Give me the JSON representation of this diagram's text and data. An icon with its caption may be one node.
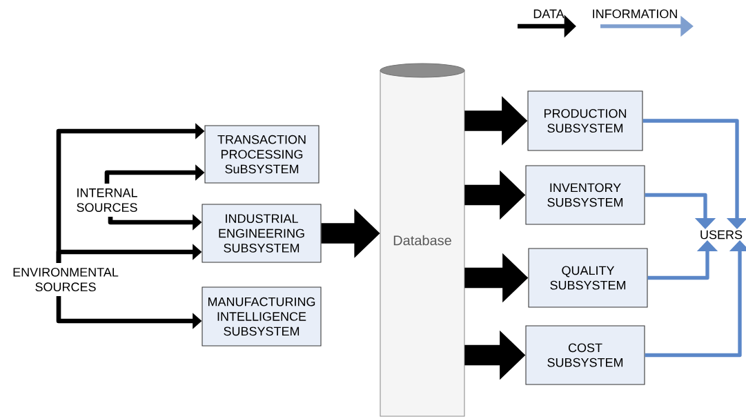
{
  "diagram": {
    "nodes": [
      {
        "text": [
          "INTERNAL SOURCES"
        ]
      },
      {
        "text": [
          "ENVIRONMENTAL SOURCES"
        ]
      },
      {
        "text": [
          "TRANSACTION PROCESSING SuBSYSTEM"
        ]
      },
      {
        "text": [
          "INDUSTRIAL ENGINEERING SUBSYSTEM"
        ]
      },
      {
        "text": [
          "MANUFACTURING INTELLIGENCE SUBSYSTEM"
        ]
      },
      {
        "text": [
          "Database"
        ]
      },
      {
        "text": [
          "PRODUCTION SUBSYSTEM"
        ]
      },
      {
        "text": [
          "INVENTORY SUBSYSTEM"
        ]
      },
      {
        "text": [
          "QUALITY SUBSYSTEM"
        ]
      },
      {
        "text": [
          "COST SUBSYSTEM"
        ]
      },
      {
        "text": [
          "USERS"
        ]
      }
    ],
    "edges": [
      {
        "from": 1,
        "to": 2,
        "arrow": "to"
      },
      {
        "from": 1,
        "to": 3,
        "arrow": "to"
      },
      {
        "from": 1,
        "to": 4,
        "arrow": "to"
      },
      {
        "from": 0,
        "to": 2,
        "arrow": "to"
      },
      {
        "from": 0,
        "to": 3,
        "arrow": "to"
      },
      {
        "from": 3,
        "to": 5,
        "arrow": "to",
        "style": "thick"
      },
      {
        "from": 5,
        "to": 6,
        "arrow": "to",
        "style": "thick"
      },
      {
        "from": 5,
        "to": 7,
        "arrow": "to",
        "style": "thick"
      },
      {
        "from": 5,
        "to": 8,
        "arrow": "to",
        "style": "thick"
      },
      {
        "from": 5,
        "to": 9,
        "arrow": "to",
        "style": "thick"
      },
      {
        "from": 6,
        "to": 10,
        "arrow": "to",
        "color": "#5b87c8"
      },
      {
        "from": 7,
        "to": 10,
        "arrow": "to",
        "color": "#5b87c8"
      },
      {
        "from": 8,
        "to": 10,
        "arrow": "to",
        "color": "#5b87c8"
      },
      {
        "from": 9,
        "to": 10,
        "arrow": "to",
        "color": "#5b87c8"
      }
    ],
    "legend": [
      {
        "text": "DATA"
      },
      {
        "text": "INFORMATION"
      }
    ]
  }
}
